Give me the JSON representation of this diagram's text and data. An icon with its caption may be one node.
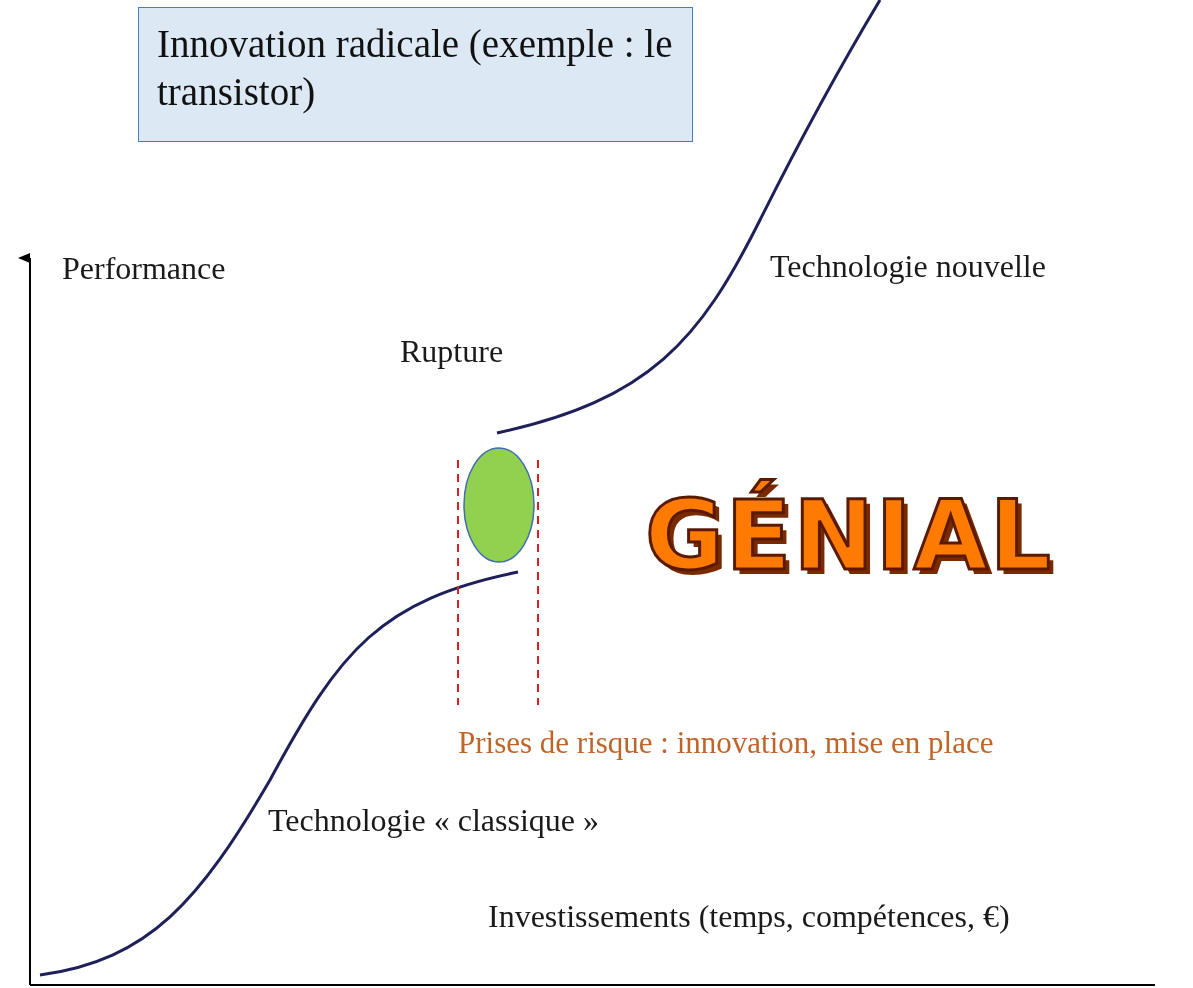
{
  "diagram": {
    "nodes": [
      {
        "text": [
          "Innovation radicale (exemple : le transistor)"
        ]
      },
      {
        "text": [],
        "shape": "circle"
      }
    ],
    "labels": [
      "Performance",
      "Technologie nouvelle",
      "Rupture",
      "GÉNIAL",
      "Prises de risque : innovation, mise en place",
      "Technologie « classique »",
      "Investissements (temps, compétences, €)"
    ]
  }
}
